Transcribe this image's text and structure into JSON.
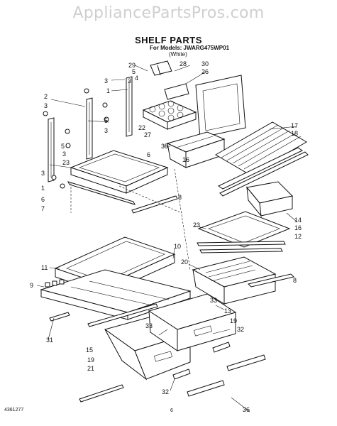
{
  "watermark": "AppliancePartsPros.com",
  "title": "SHELF PARTS",
  "models_line": "For Models: JWARG475WP01",
  "color_line": "(White)",
  "doc_number": "4361277",
  "page_number": "6",
  "callouts": [
    {
      "id": "c29",
      "label": "29"
    },
    {
      "id": "c5a",
      "label": "5"
    },
    {
      "id": "c4",
      "label": "4"
    },
    {
      "id": "c28",
      "label": "28"
    },
    {
      "id": "c30",
      "label": "30"
    },
    {
      "id": "c26",
      "label": "26"
    },
    {
      "id": "c3a",
      "label": "3"
    },
    {
      "id": "c3b",
      "label": "3"
    },
    {
      "id": "c1a",
      "label": "1"
    },
    {
      "id": "c2",
      "label": "2"
    },
    {
      "id": "c3c",
      "label": "3"
    },
    {
      "id": "c5b",
      "label": "5"
    },
    {
      "id": "c3d",
      "label": "3"
    },
    {
      "id": "c22",
      "label": "22"
    },
    {
      "id": "c27",
      "label": "27"
    },
    {
      "id": "c17",
      "label": "17"
    },
    {
      "id": "c18",
      "label": "18"
    },
    {
      "id": "c5c",
      "label": "5"
    },
    {
      "id": "c3e",
      "label": "3"
    },
    {
      "id": "c35",
      "label": "35"
    },
    {
      "id": "c6a",
      "label": "6"
    },
    {
      "id": "c23a",
      "label": "23"
    },
    {
      "id": "c16a",
      "label": "16"
    },
    {
      "id": "c3f",
      "label": "3"
    },
    {
      "id": "c1b",
      "label": "1"
    },
    {
      "id": "c6b",
      "label": "6"
    },
    {
      "id": "c7",
      "label": "7"
    },
    {
      "id": "c8a",
      "label": "8"
    },
    {
      "id": "c14",
      "label": "14"
    },
    {
      "id": "c23b",
      "label": "23"
    },
    {
      "id": "c16b",
      "label": "16"
    },
    {
      "id": "c12",
      "label": "12"
    },
    {
      "id": "c10",
      "label": "10"
    },
    {
      "id": "c11",
      "label": "11"
    },
    {
      "id": "c20",
      "label": "20"
    },
    {
      "id": "c9",
      "label": "9"
    },
    {
      "id": "c8b",
      "label": "8"
    },
    {
      "id": "c13",
      "label": "13"
    },
    {
      "id": "c33a",
      "label": "33"
    },
    {
      "id": "c33b",
      "label": "33"
    },
    {
      "id": "c19a",
      "label": "19"
    },
    {
      "id": "c32a",
      "label": "32"
    },
    {
      "id": "c31",
      "label": "31"
    },
    {
      "id": "c15",
      "label": "15"
    },
    {
      "id": "c19b",
      "label": "19"
    },
    {
      "id": "c21",
      "label": "21"
    },
    {
      "id": "c32b",
      "label": "32"
    },
    {
      "id": "c36",
      "label": "36"
    }
  ]
}
